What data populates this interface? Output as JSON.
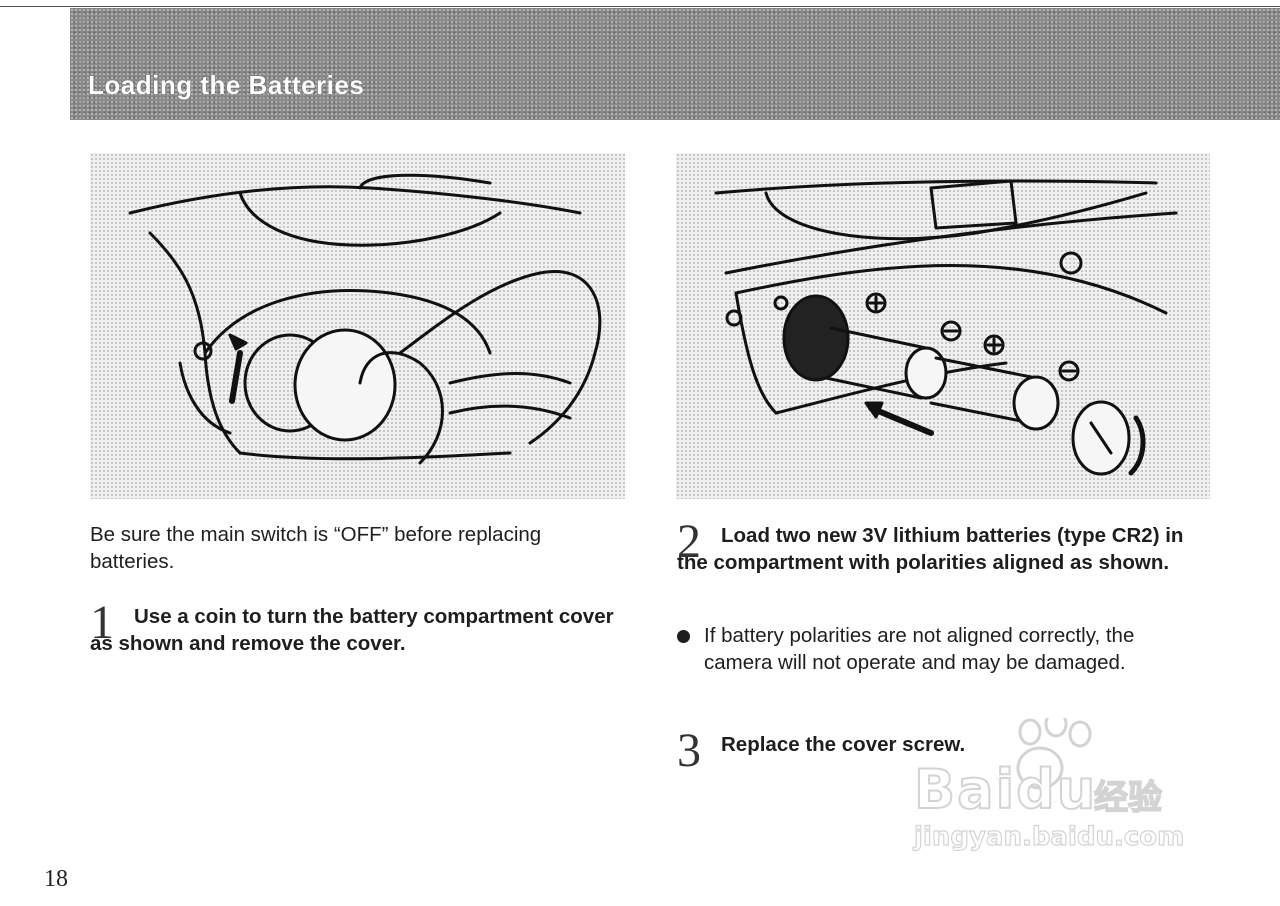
{
  "header": {
    "title": "Loading the Batteries"
  },
  "intro": {
    "text": "Be sure the main switch is “OFF” before replacing batteries."
  },
  "steps": [
    {
      "number": "1",
      "text": "Use a coin to turn the battery compartment cover as shown and remove the cover."
    },
    {
      "number": "2",
      "text": "Load two new 3V lithium batteries (type CR2) in the compartment with polarities aligned as shown."
    },
    {
      "number": "3",
      "text": "Replace the cover screw."
    }
  ],
  "note": {
    "text": "If battery polarities are not aligned correctly, the camera will not operate and may be damaged."
  },
  "page_number": "18",
  "watermark": {
    "brand": "Bai",
    "brand_mid": "du",
    "cn": "经验",
    "url": "jingyan.baidu.com"
  },
  "colors": {
    "header_band": "#8a8a8a",
    "text": "#1e1e1e",
    "figure_bg": "#f0f0f0"
  }
}
